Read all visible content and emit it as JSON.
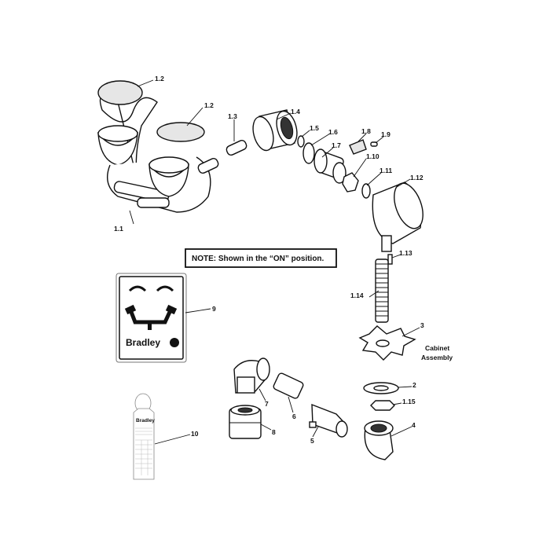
{
  "note": "NOTE: Shown in the “ON” position.",
  "labels": {
    "cover_a": "1.2",
    "cover_b": "1.2",
    "p1_3": "1.3",
    "p1_4": "1.4",
    "p1_5": "1.5",
    "p1_6": "1.6",
    "p1_7": "1.7",
    "p1_8": "1.8",
    "p1_9": "1.9",
    "p1_10": "1.10",
    "p1_11": "1.11",
    "p1_12": "1.12",
    "p1_1": "1.1",
    "p1_13": "1.13",
    "p1_14": "1.14",
    "p3": "3",
    "cabinet_1": "Cabinet",
    "cabinet_2": "Assembly",
    "p2": "2",
    "p1_15": "1.15",
    "p4": "4",
    "p9": "9",
    "p7": "7",
    "p6": "6",
    "p8": "8",
    "p5": "5",
    "p10": "10"
  },
  "sign": {
    "brand": "Bradley"
  },
  "tag": {
    "brand": "Bradley"
  }
}
